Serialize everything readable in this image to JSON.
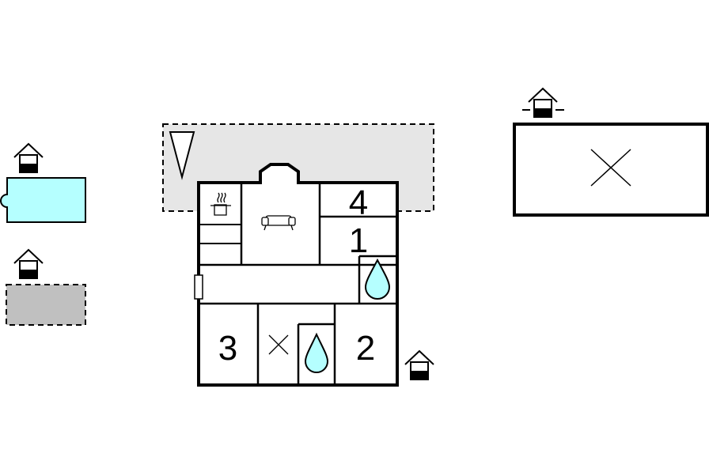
{
  "colors": {
    "wall": "#000000",
    "pool": "#b5ffff",
    "water_drop": "#b5ffff",
    "terrace": "#e6e6e6",
    "parking": "#c0c0c0",
    "background": "#ffffff"
  },
  "rooms": {
    "bedroom_4": "4",
    "bedroom_1": "1",
    "bedroom_3": "3",
    "bedroom_2": "2"
  },
  "icons": [
    "outbuilding-icon",
    "pool",
    "parking-area",
    "terrace",
    "compass-pointer-icon",
    "kitchen-pot-icon",
    "sofa-icon",
    "bathroom-water-drop-icon",
    "toilet-cross-icon",
    "annex-cross-icon",
    "radiator-icon"
  ]
}
